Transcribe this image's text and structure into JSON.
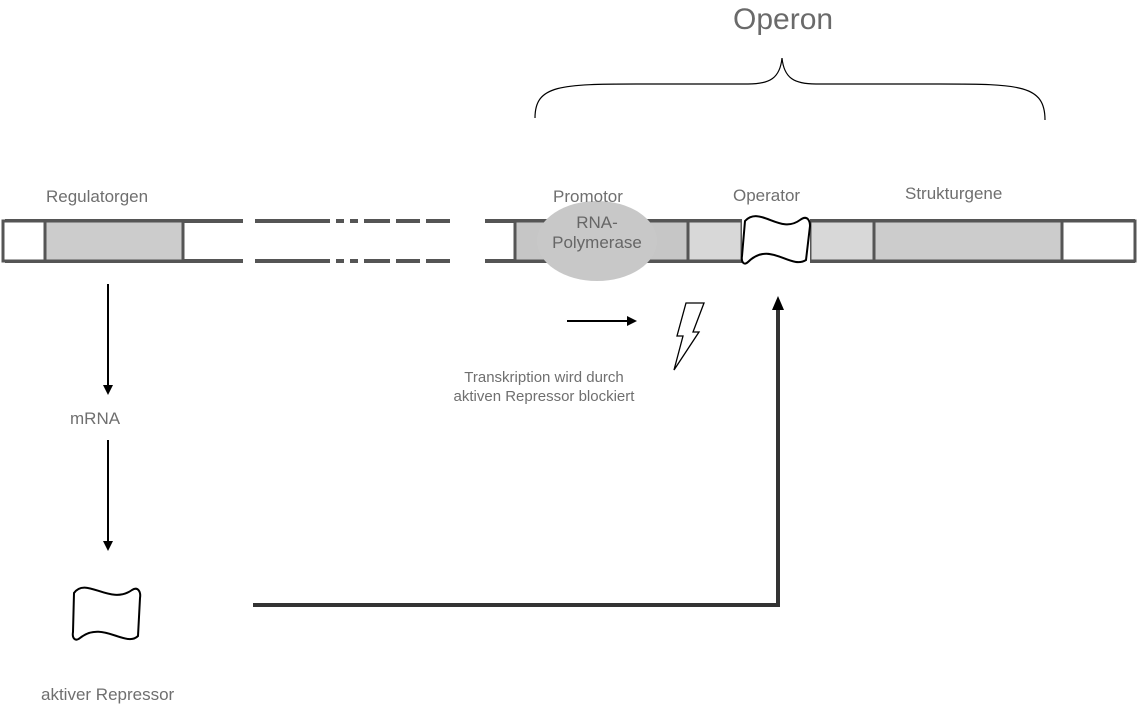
{
  "labels": {
    "operon": "Operon",
    "regulatorgen": "Regulatorgen",
    "promotor": "Promotor",
    "operator": "Operator",
    "strukturgene": "Strukturgene",
    "rna_polymerase_line1": "RNA-",
    "rna_polymerase_line2": "Polymerase",
    "mrna": "mRNA",
    "aktiver_repressor": "aktiver Repressor",
    "blocked_line1": "Transkription wird durch",
    "blocked_line2": "aktiven Repressor blockiert"
  },
  "colors": {
    "dna_strand": "#555555",
    "gene_fill": "#cccccc",
    "gene_fill_light": "#d8d8d8",
    "polymerase_fill": "#c8c8c8",
    "label_text": "#6f6f6f",
    "arrow": "#000000"
  },
  "icons": {
    "repressor": "repressor-wave-icon",
    "block": "lightning-bolt-icon"
  }
}
